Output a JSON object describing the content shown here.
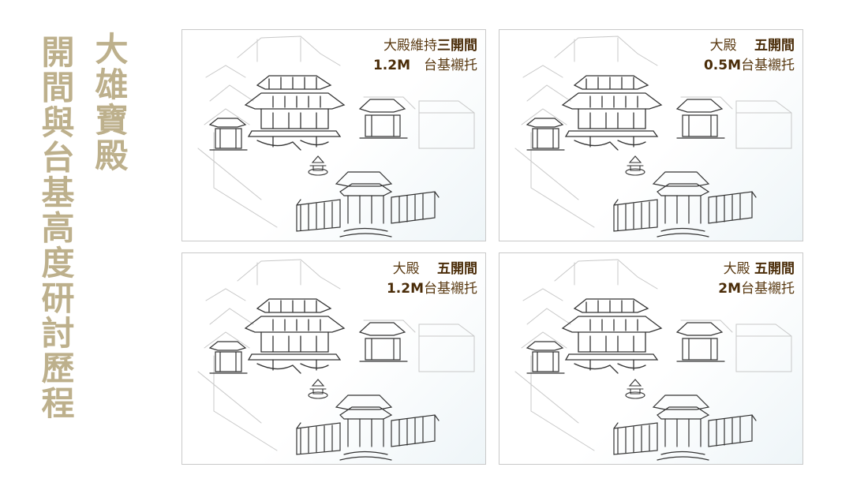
{
  "title_main": "開間與台基高度研討歷程",
  "title_sub": "大雄寶殿",
  "panels": [
    {
      "line1_normal": "大殿維持",
      "line1_bold": "三開間",
      "line2_bold": "1.2M",
      "line2_normal": "　台基襯托"
    },
    {
      "line1_normal": "大殿　 ",
      "line1_bold": "五開間",
      "line2_bold": "0.5M",
      "line2_normal": "台基襯托"
    },
    {
      "line1_normal": "大殿　 ",
      "line1_bold": "五開間",
      "line2_bold": "1.2M",
      "line2_normal": "台基襯托"
    },
    {
      "line1_normal": "大殿 ",
      "line1_bold": "五開間",
      "line2_bold": "2M",
      "line2_normal": "台基襯托"
    }
  ],
  "colors": {
    "title": "#bdb08c",
    "caption": "#5a3a12"
  }
}
